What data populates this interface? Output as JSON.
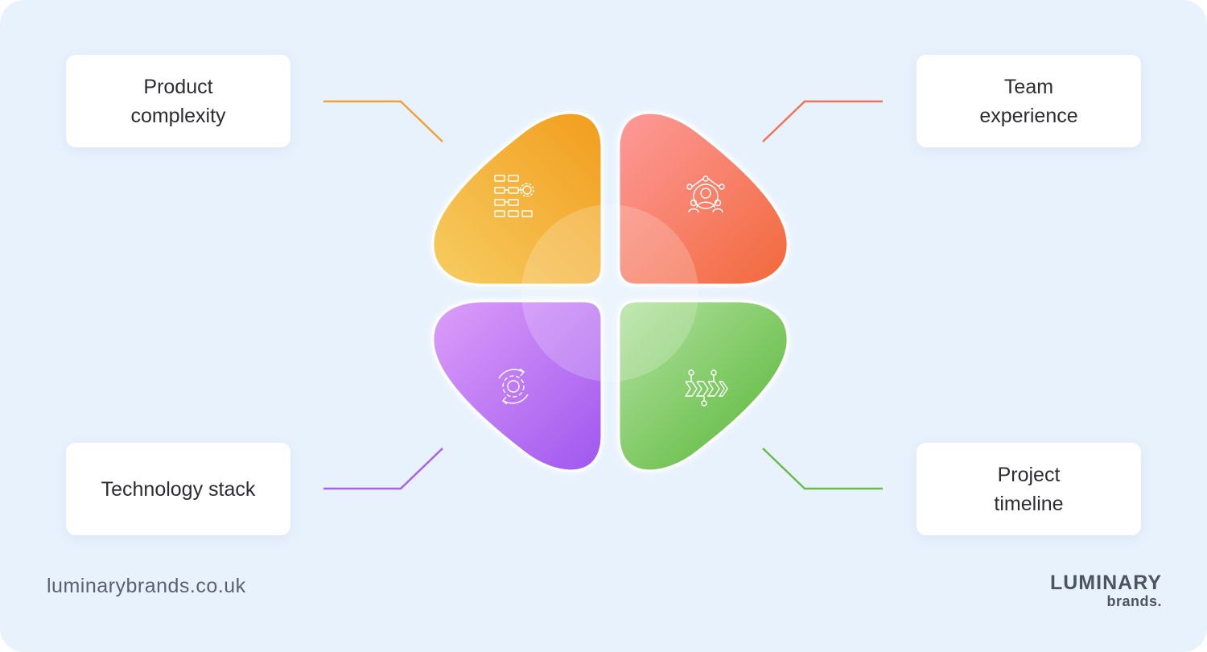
{
  "cards": {
    "top_left": "Product\ncomplexity",
    "top_right": "Team\nexperience",
    "bottom_left": "Technology stack",
    "bottom_right": "Project\ntimeline"
  },
  "colors": {
    "background": "#e8f2fd",
    "orange": "#f2a52a",
    "red": "#f4714f",
    "purple": "#a75ff0",
    "green": "#63bd43"
  },
  "icons": {
    "top_left": "workflow-gear-icon",
    "top_right": "team-network-icon",
    "bottom_left": "gear-cycle-icon",
    "bottom_right": "timeline-chevrons-icon"
  },
  "footer": {
    "url": "luminarybrands.co.uk",
    "logo_word": "LUMINARY",
    "logo_sub": "brands."
  }
}
